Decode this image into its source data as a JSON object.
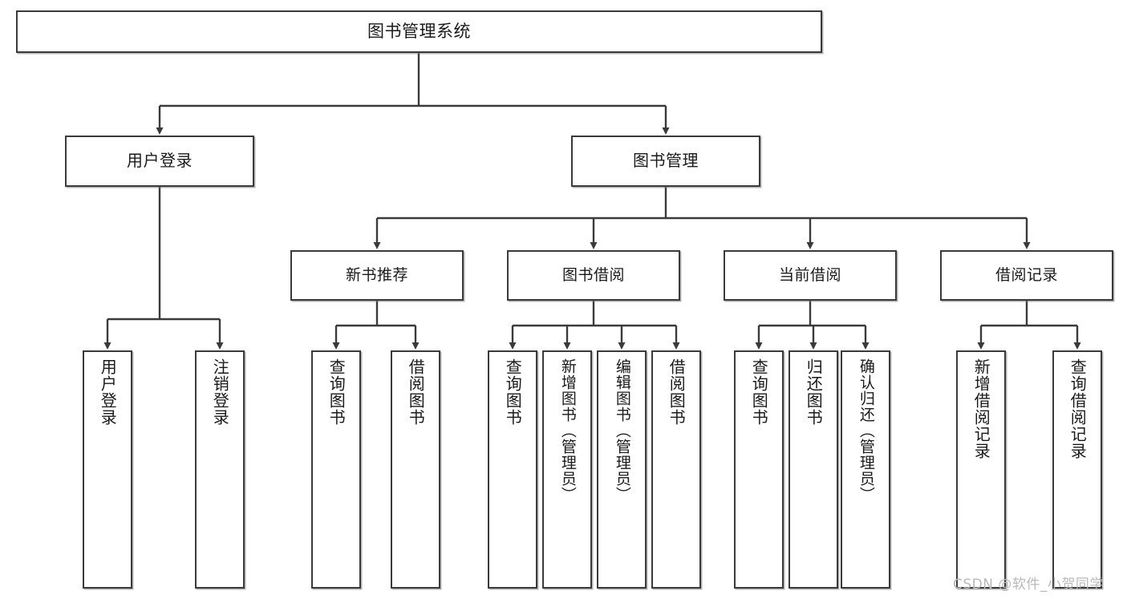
{
  "diagram": {
    "title": "图书管理系统",
    "type": "tree",
    "watermark": "CSDN @软件_小贺同学",
    "line_color": "#3a3a3a",
    "box_fill": "#ffffff",
    "text_color": "#1a1a1a",
    "watermark_color": "#b9b9b9"
  },
  "nodes": {
    "root": {
      "label": "图书管理系统"
    },
    "level2": [
      {
        "label": "用户登录"
      },
      {
        "label": "图书管理"
      }
    ],
    "level3": [
      {
        "label": "新书推荐"
      },
      {
        "label": "图书借阅"
      },
      {
        "label": "当前借阅"
      },
      {
        "label": "借阅记录"
      }
    ],
    "leaves": {
      "user_login": [
        {
          "label": "用户登录"
        },
        {
          "label": "注销登录"
        }
      ],
      "new_book_recommend": [
        {
          "label": "查询图书"
        },
        {
          "label": "借阅图书"
        }
      ],
      "book_borrow": [
        {
          "label": "查询图书"
        },
        {
          "label": "新增图书（管理员）"
        },
        {
          "label": "编辑图书（管理员）"
        },
        {
          "label": "借阅图书"
        }
      ],
      "current_borrow": [
        {
          "label": "查询图书"
        },
        {
          "label": "归还图书"
        },
        {
          "label": "确认归还（管理员）"
        }
      ],
      "borrow_record": [
        {
          "label": "新增借阅记录"
        },
        {
          "label": "查询借阅记录"
        }
      ]
    }
  }
}
